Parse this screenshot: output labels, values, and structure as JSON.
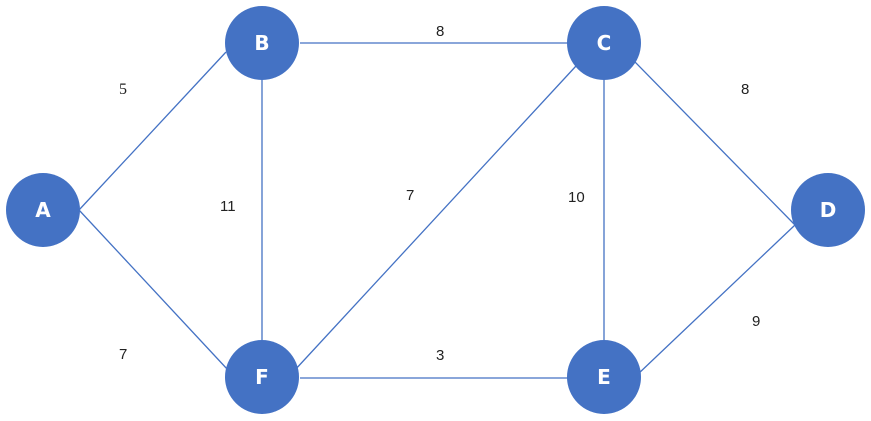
{
  "nodes": {
    "A": "A",
    "B": "B",
    "C": "C",
    "D": "D",
    "E": "E",
    "F": "F"
  },
  "edges": {
    "AB": "5",
    "AF": "7",
    "BC": "8",
    "BF": "11",
    "CF": "7",
    "CE": "10",
    "CD": "8",
    "FE": "3",
    "ED": "9"
  },
  "colors": {
    "node_fill": "#4472c4",
    "edge_stroke": "#4472c4",
    "node_text": "#ffffff",
    "weight_text": "#222222"
  }
}
